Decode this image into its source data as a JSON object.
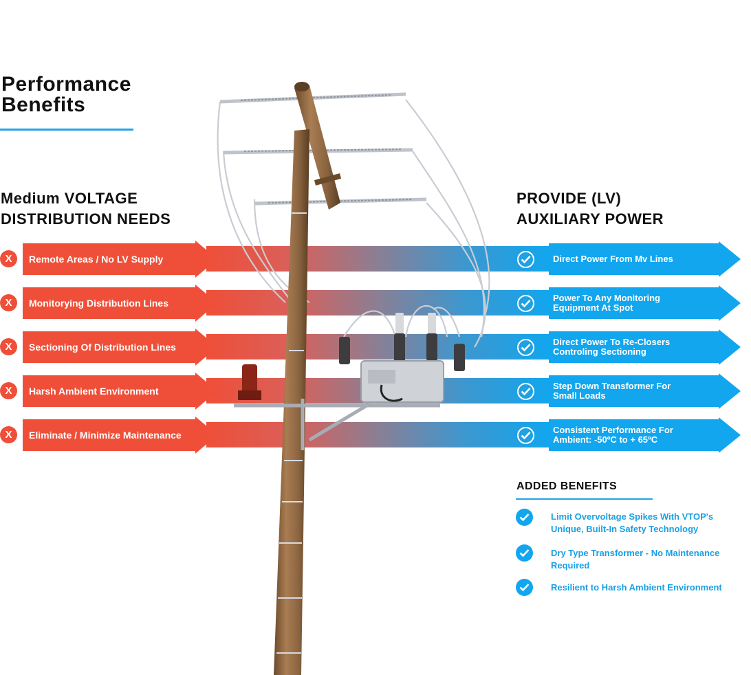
{
  "title": {
    "line1": "Performance",
    "line2": "Benefits"
  },
  "left_heading": {
    "line1": "Medium VOLTAGE",
    "line2": "DISTRIBUTION NEEDS"
  },
  "right_heading": {
    "line1": "PROVIDE (LV)",
    "line2": "AUXILIARY POWER"
  },
  "needs": [
    {
      "marker": "X",
      "label": "Remote Areas / No LV Supply"
    },
    {
      "marker": "X",
      "label": "Monitorying Distribution Lines"
    },
    {
      "marker": "X",
      "label": "Sectioning Of Distribution Lines"
    },
    {
      "marker": "X",
      "label": "Harsh Ambient Environment"
    },
    {
      "marker": "X",
      "label": "Eliminate / Minimize Maintenance"
    }
  ],
  "solutions": [
    {
      "line1": "Direct Power From Mv Lines",
      "line2": ""
    },
    {
      "line1": "Power To Any Monitoring",
      "line2": "Equipment At Spot"
    },
    {
      "line1": "Direct Power To Re-Closers",
      "line2": "Controling Sectioning"
    },
    {
      "line1": "Step Down Transformer For",
      "line2": "Small Loads"
    },
    {
      "line1": "Consistent Performance For",
      "line2": "Ambient: -50ºC to + 65ºC"
    }
  ],
  "added_benefits": {
    "heading": "ADDED BENEFITS",
    "items": [
      {
        "line1": "Limit Overvoltage Spikes With VTOP's",
        "line2": "Unique, Built-In Safety Technology"
      },
      {
        "line1": "Dry Type Transformer - No Maintenance",
        "line2": "Required"
      },
      {
        "line1": "Resilient to Harsh Ambient Environment",
        "line2": ""
      }
    ]
  },
  "colors": {
    "red": "#ef4f38",
    "blue": "#11a6ee",
    "accent_line": "#1fa3e8",
    "benefit_text": "#1aa0e4"
  },
  "icons": {
    "need_marker": "x-circle-icon",
    "solution_marker": "check-circle-icon",
    "benefit_marker": "check-circle-icon",
    "illustration": "utility-pole-with-transformer"
  }
}
